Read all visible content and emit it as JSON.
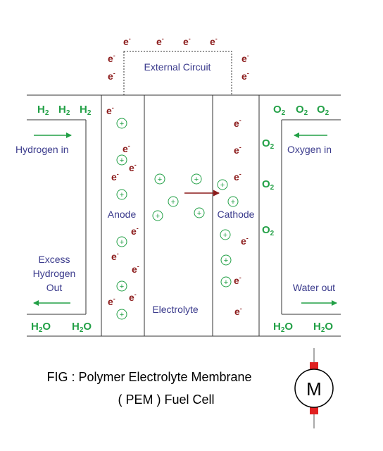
{
  "labels": {
    "external_circuit": "External Circuit",
    "hydrogen_in": "Hydrogen in",
    "oxygen_in": "Oxygen in",
    "anode": "Anode",
    "cathode": "Cathode",
    "electrolyte": "Electrolyte",
    "excess_line1": "Excess",
    "excess_line2": "Hydrogen",
    "excess_line3": "Out",
    "water_out": "Water out"
  },
  "caption": {
    "line1": "FIG : Polymer Electrolyte Membrane",
    "line2": "( PEM ) Fuel Cell"
  },
  "motor": {
    "label": "M"
  },
  "chemistry": {
    "hydrogen": {
      "base": "H",
      "sub": "2"
    },
    "oxygen": {
      "base": "O",
      "sub": "2"
    },
    "water": {
      "base": "H",
      "sub": "2",
      "tail": "O"
    },
    "electron": {
      "base": "e",
      "sup": "-"
    },
    "proton": "+"
  },
  "colors": {
    "label_text": "#3a3a8c",
    "chem_text": "#22a046",
    "electron_text": "#8b1a1a",
    "flow_arrow": "#22a046",
    "proton_arrow": "#8b1a1a",
    "motor_terminal": "#e02020"
  }
}
